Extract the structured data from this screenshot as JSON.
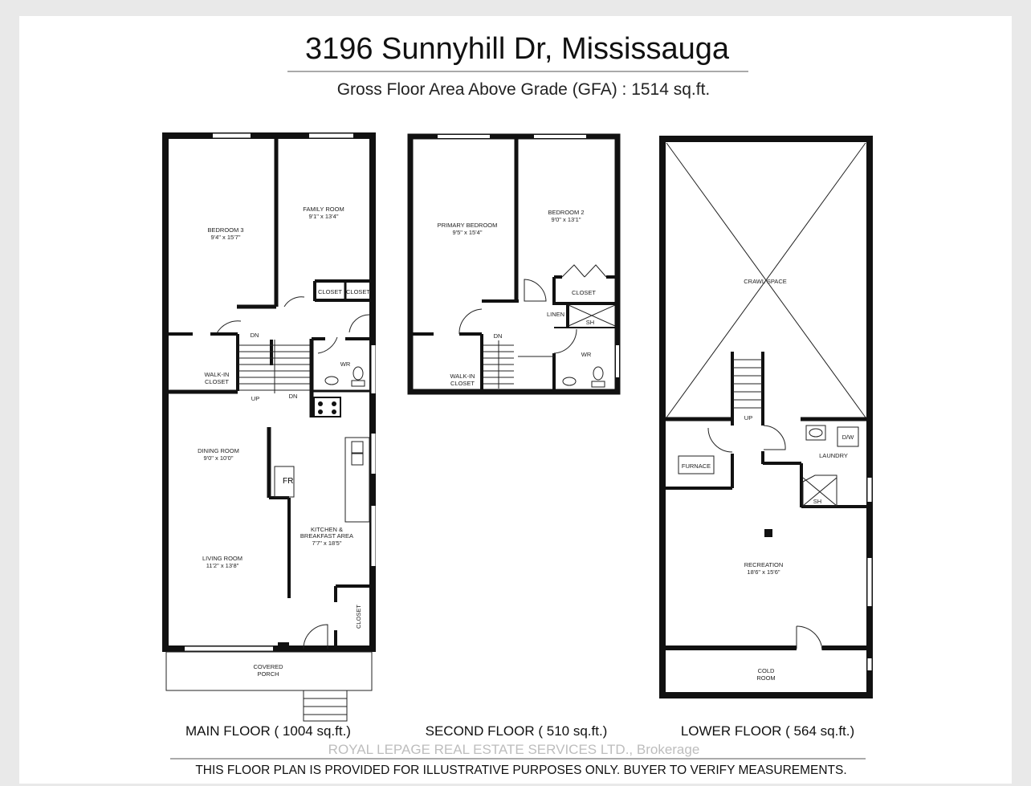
{
  "header": {
    "title": "3196 Sunnyhill Dr, Mississauga",
    "gfa": "Gross Floor Area Above Grade  (GFA) : 1514 sq.ft."
  },
  "main_floor": {
    "label": "MAIN FLOOR ( 1004 sq.ft.)",
    "rooms": [
      {
        "name": "BEDROOM 3",
        "size": "9'4\" x 15'7\""
      },
      {
        "name": "FAMILY ROOM",
        "size": "9'1\" x 13'4\""
      },
      {
        "name": "DINING ROOM",
        "size": "9'0\" x 10'0\""
      },
      {
        "name": "LIVING ROOM",
        "size": "11'2\" x 13'8\""
      },
      {
        "name": "KITCHEN &",
        "name2": "BREAKFAST AREA",
        "size": "7'7\" x 18'5\""
      }
    ],
    "tags": {
      "closet1": "CLOSET",
      "closet2": "CLOSET",
      "walkin1": "WALK-IN",
      "walkin2": "CLOSET",
      "wr": "WR",
      "dn1": "DN",
      "dn2": "DN",
      "up": "UP",
      "fr": "FR",
      "closet3": "CLOSET",
      "porch1": "COVERED",
      "porch2": "PORCH"
    }
  },
  "second_floor": {
    "label": "SECOND FLOOR ( 510 sq.ft.)",
    "rooms": [
      {
        "name": "PRIMARY BEDROOM",
        "size": "9'5\" x 15'4\""
      },
      {
        "name": "BEDROOM 2",
        "size": "9'0\" x 13'1\""
      }
    ],
    "tags": {
      "closet": "CLOSET",
      "linen": "LINEN",
      "sh": "SH",
      "wr": "WR",
      "dn": "DN",
      "walkin1": "WALK-IN",
      "walkin2": "CLOSET"
    }
  },
  "lower_floor": {
    "label": "LOWER FLOOR ( 564 sq.ft.)",
    "rooms": [
      {
        "name": "RECREATION",
        "size": "18'6\" x 15'6\""
      }
    ],
    "tags": {
      "crawl": "CRAWL  SPACE",
      "up": "UP",
      "furnace": "FURNACE",
      "laundry": "LAUNDRY",
      "dw": "D/W",
      "sh": "SH",
      "cold1": "COLD",
      "cold2": "ROOM"
    }
  },
  "watermark": "ROYAL LEPAGE REAL ESTATE SERVICES LTD., Brokerage",
  "disclaimer": "THIS FLOOR PLAN IS PROVIDED FOR ILLUSTRATIVE PURPOSES ONLY. BUYER TO VERIFY MEASUREMENTS."
}
